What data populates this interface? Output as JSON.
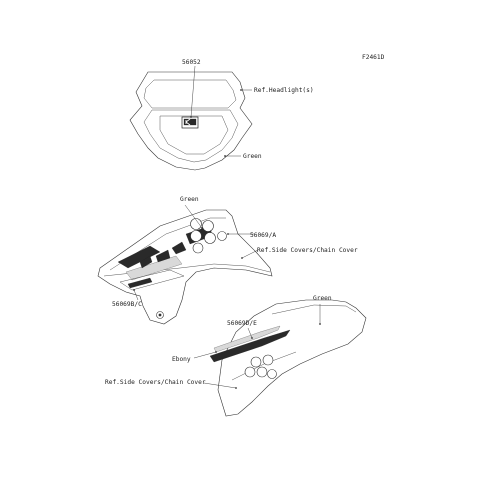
{
  "figure_code": "F2461D",
  "callouts": {
    "headlight_decal": "56052",
    "ref_headlight": "Ref.Headlight(s)",
    "green_headlight": "Green",
    "green_shroud": "Green",
    "shroud_decal": "56069/A",
    "ref_side_covers_1": "Ref.Side Covers/Chain Cover",
    "shroud_lower_decal": "56069B/C",
    "green_side_cover": "Green",
    "side_cover_decal": "56069D/E",
    "ebony": "Ebony",
    "ref_side_covers_2": "Ref.Side Covers/Chain Cover"
  },
  "colors": {
    "line": "#333333",
    "fill": "#ffffff",
    "decal_dark": "#2a2a2a"
  }
}
